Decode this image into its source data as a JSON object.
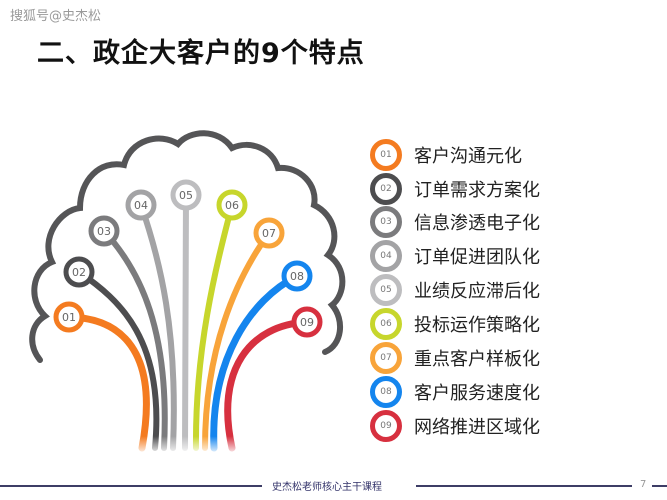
{
  "watermark": "搜狐号@史杰松",
  "title": "二、政企大客户的9个特点",
  "diagram": {
    "type": "tree-cloud",
    "nodes": [
      {
        "num": "01",
        "label": "客户沟通元化",
        "color": "#f47b20"
      },
      {
        "num": "02",
        "label": "订单需求方案化",
        "color": "#4d4d4f"
      },
      {
        "num": "03",
        "label": "信息渗透电子化",
        "color": "#7b7b7d"
      },
      {
        "num": "04",
        "label": "订单促进团队化",
        "color": "#a3a3a5"
      },
      {
        "num": "05",
        "label": "业绩反应滞后化",
        "color": "#bdbdbf"
      },
      {
        "num": "06",
        "label": "投标运作策略化",
        "color": "#c7d62c"
      },
      {
        "num": "07",
        "label": "重点客户样板化",
        "color": "#f8a43a"
      },
      {
        "num": "08",
        "label": "客户服务速度化",
        "color": "#1485ee"
      },
      {
        "num": "09",
        "label": "网络推进区域化",
        "color": "#d7303f"
      }
    ],
    "cloud_color": "#555557"
  },
  "footer": {
    "course": "史杰松老师核心主干课程",
    "page": "7"
  }
}
